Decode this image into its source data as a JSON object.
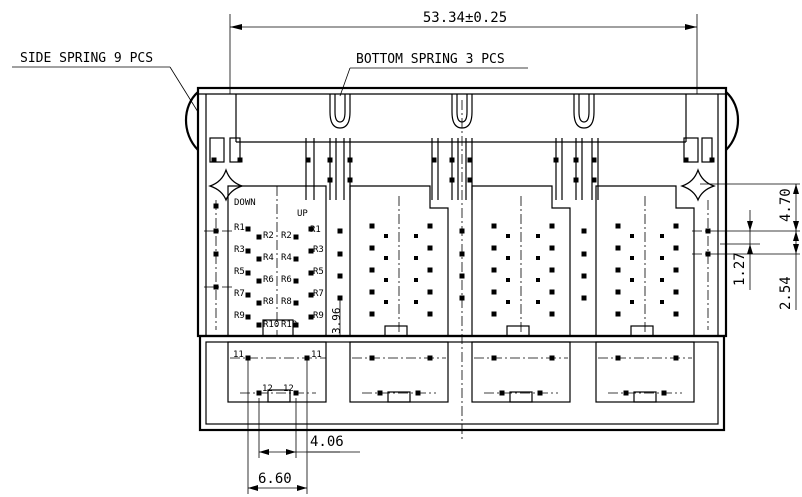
{
  "drawing": {
    "overall_width": "53.34±0.25",
    "side_spring_label": "SIDE SPRING 9 PCS",
    "bottom_spring_label": "BOTTOM SPRING 3 PCS",
    "dim_4_70": "4.70",
    "dim_1_27": "1.27",
    "dim_2_54": "2.54",
    "dim_3_96": "3.96",
    "dim_4_06": "4.06",
    "dim_6_60": "6.60",
    "down_label": "DOWN",
    "up_label": "UP",
    "pins_left": [
      "R1",
      "R3",
      "R5",
      "R7",
      "R9"
    ],
    "pins_left_inner": [
      "R2",
      "R4",
      "R6",
      "R8",
      "R10"
    ],
    "pins_right_inner": [
      "R2",
      "R4",
      "R6",
      "R8",
      "R10"
    ],
    "pins_right": [
      "R1",
      "R3",
      "R5",
      "R7",
      "R9"
    ],
    "pin_11": "11",
    "pin_12": "12"
  }
}
